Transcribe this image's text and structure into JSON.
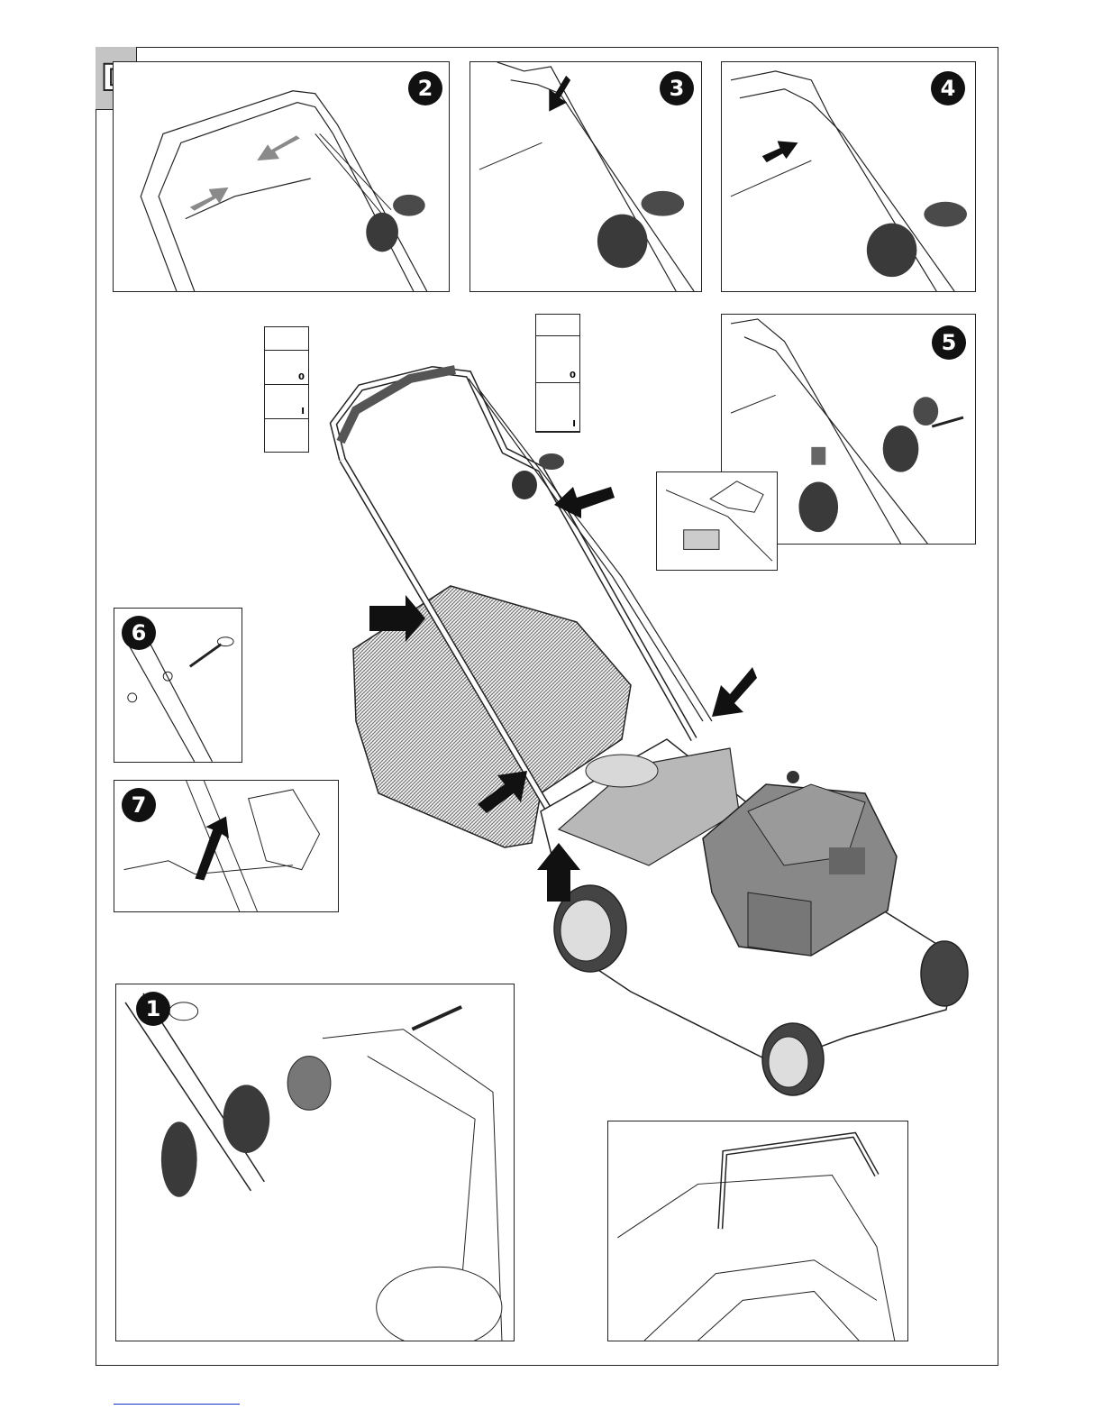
{
  "section_tab": {
    "letter": "D"
  },
  "steps": [
    {
      "id": "step-1",
      "number": "1"
    },
    {
      "id": "step-2",
      "number": "2"
    },
    {
      "id": "step-3",
      "number": "3"
    },
    {
      "id": "step-4",
      "number": "4"
    },
    {
      "id": "step-5",
      "number": "5"
    },
    {
      "id": "step-6",
      "number": "6"
    },
    {
      "id": "step-7",
      "number": "7"
    }
  ],
  "decals": {
    "left_decal": {
      "cells": [
        {
          "icon": "blade-icon",
          "text": ""
        },
        {
          "icon": "lever-off-icon",
          "text": "0"
        },
        {
          "icon": "lever-on-icon",
          "text": "I"
        },
        {
          "icon": "mower-drive-icon",
          "text": ""
        }
      ]
    },
    "right_decal": {
      "cells": [
        {
          "icon": "engine-icon",
          "text": ""
        },
        {
          "icon": "stop-icon",
          "text": "0"
        },
        {
          "icon": "start-icon",
          "text": "I"
        },
        {
          "icon": "pull-icon",
          "text": ""
        }
      ]
    }
  },
  "colors": {
    "line": "#222222",
    "hatch": "#7a7a7a",
    "arrow_dark": "#111111",
    "arrow_grey": "#8a8a8a",
    "tab_grey": "#c4c4c4"
  }
}
